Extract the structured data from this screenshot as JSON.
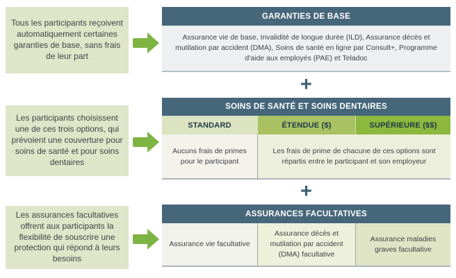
{
  "colors": {
    "note_bg": "#dee5c8",
    "arrow_green": "#7eb444",
    "header_teal": "#46677a",
    "plus_teal": "#3d6073",
    "col_standard_bg": "#dce3c1",
    "col_etendue_bg": "#a9c163",
    "col_superieure_bg": "#8cb83e",
    "body_bg": "#edeff0"
  },
  "connectors": {
    "plus": "+"
  },
  "rows": [
    {
      "description": "Tous les participants reçoivent automatiquement certaines garanties de base, sans frais de leur part",
      "panel": {
        "title": "GARANTIES DE BASE",
        "body": "Assurance vie de base, Invalidité de longue durée (ILD), Assurance décès et mutilation par accident (DMA), Soins de santé en ligne par Consult+, Programme d'aide aux employés (PAE) et Teladoc"
      }
    },
    {
      "description": "Les participants choisissent une de ces trois options, qui prévoient une couverture pour soins de santé et pour soins dentaires",
      "panel": {
        "title": "SOINS DE SANTÉ ET SOINS DENTAIRES",
        "columns": [
          "STANDARD",
          "ÉTENDUE ($)",
          "SUPÉRIEURE ($$)"
        ],
        "cells": [
          "Aucuns frais de primes pour le participant",
          "Les frais de prime de chacune de ces options sont répartis entre le participant et son employeur"
        ]
      }
    },
    {
      "description": "Les assurances facultatives offrent aux participants la flexibilité de souscrire une protection qui répond à leurs besoins",
      "panel": {
        "title": "ASSURANCES FACULTATIVES",
        "cells": [
          "Assurance vie facultative",
          "Assurance décès et mutilation par accident (DMA) facultative",
          "Assurance maladies graves facultative"
        ]
      }
    }
  ]
}
